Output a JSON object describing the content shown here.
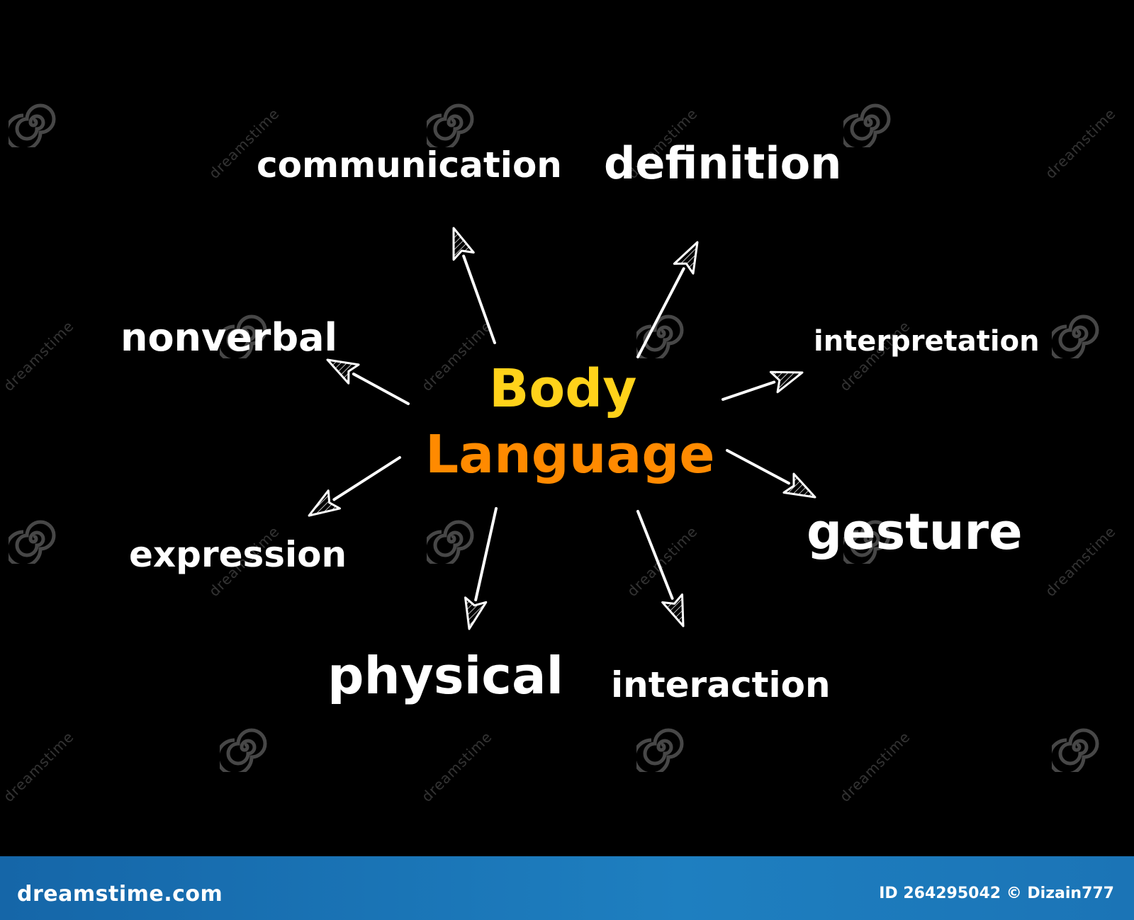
{
  "center": {
    "line1": "Body",
    "line2": "Language",
    "color_top": "#ffd21a",
    "color_bottom": "#ff8a00"
  },
  "branches": [
    {
      "id": "communication",
      "label": "communication"
    },
    {
      "id": "definition",
      "label": "definition"
    },
    {
      "id": "nonverbal",
      "label": "nonverbal"
    },
    {
      "id": "interpretation",
      "label": "interpretation"
    },
    {
      "id": "expression",
      "label": "expression"
    },
    {
      "id": "gesture",
      "label": "gesture"
    },
    {
      "id": "physical",
      "label": "physical"
    },
    {
      "id": "interaction",
      "label": "interaction"
    }
  ],
  "watermark": {
    "text": "dreamstime",
    "icon": "spiral-logo"
  },
  "footer": {
    "brand": "dreamstime.com",
    "image_id": "ID 264295042 © Dizain777",
    "background": "#1b76b8"
  },
  "colors": {
    "background": "#000000",
    "text": "#ffffff",
    "arrow": "#ffffff"
  }
}
